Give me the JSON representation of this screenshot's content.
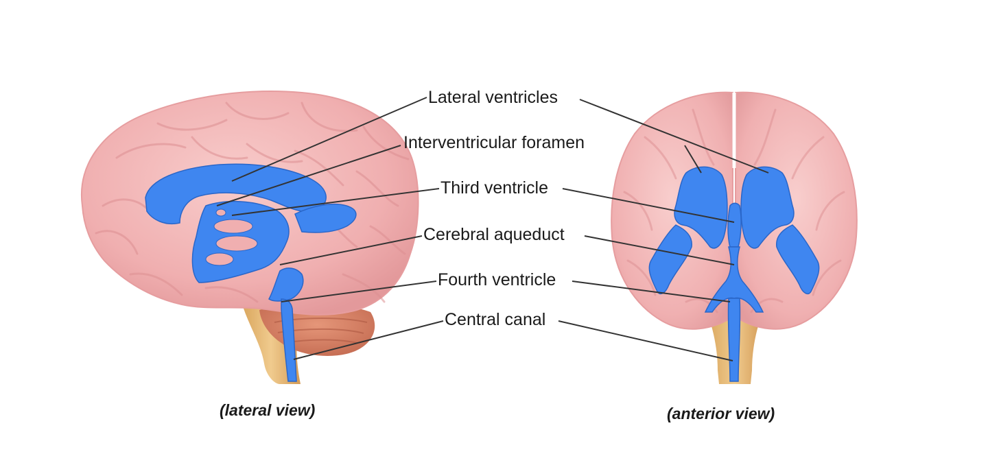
{
  "diagram": {
    "labels": {
      "lateral_ventricles": "Lateral ventricles",
      "interventricular_foramen": "Interventricular foramen",
      "third_ventricle": "Third ventricle",
      "cerebral_aqueduct": "Cerebral aqueduct",
      "fourth_ventricle": "Fourth ventricle",
      "central_canal": "Central canal"
    },
    "captions": {
      "lateral": "(lateral view)",
      "anterior": "(anterior view)"
    },
    "colors": {
      "cerebrum": "#f2b4b4",
      "cerebrum_shade": "#e59a9c",
      "cerebellum": "#d9826a",
      "brainstem": "#e7bd7c",
      "ventricles": "#3f86f0",
      "leader_lines": "#333333",
      "text": "#1a1a1a"
    }
  }
}
